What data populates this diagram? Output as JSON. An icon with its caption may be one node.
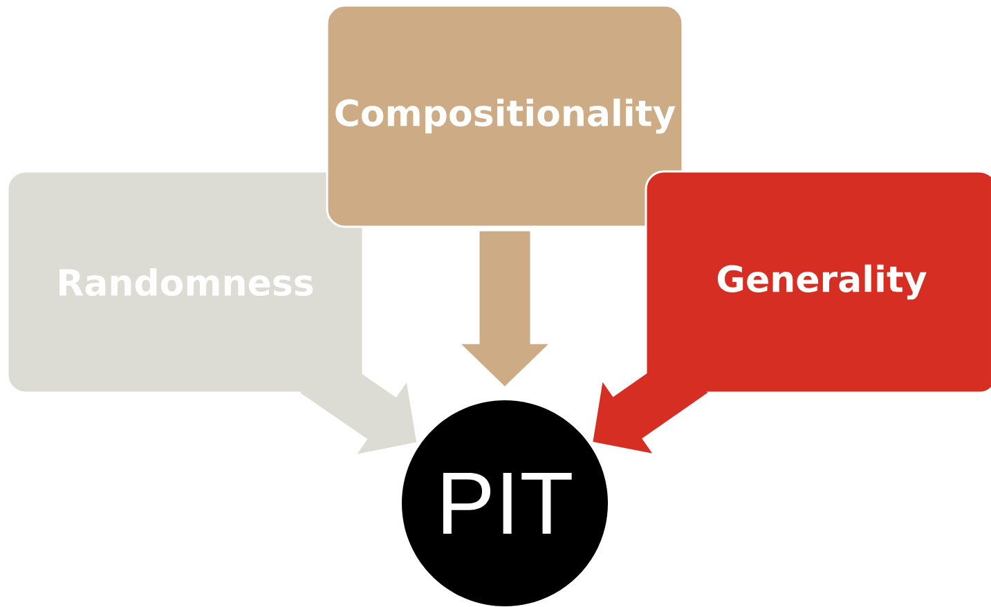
{
  "diagram": {
    "nodes": [
      {
        "text": [
          "Randomness"
        ]
      },
      {
        "text": [
          "Compositionality"
        ]
      },
      {
        "text": [
          "Generality"
        ]
      },
      {
        "text": [
          "PIT"
        ]
      }
    ],
    "edges": [
      {
        "from": 0,
        "to": 3,
        "arrow": "to",
        "color": "#dcdcd4"
      },
      {
        "from": 1,
        "to": 3,
        "arrow": "to",
        "color": "#cdab85"
      },
      {
        "from": 2,
        "to": 3,
        "arrow": "to",
        "color": "#d62e22"
      }
    ]
  }
}
